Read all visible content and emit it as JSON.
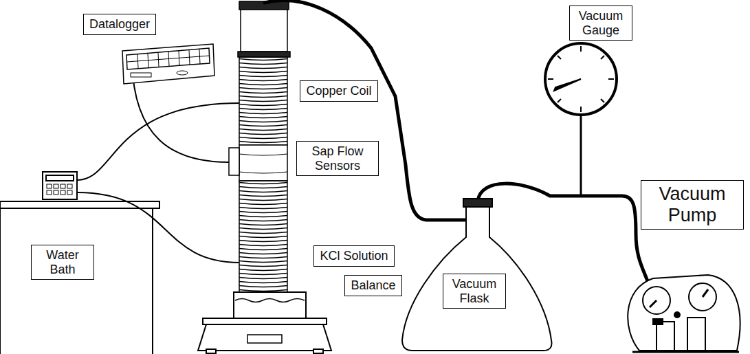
{
  "diagram": {
    "nodes": [
      {
        "text": [
          "Datalogger"
        ]
      },
      {
        "text": [
          "Vacuum Gauge"
        ]
      },
      {
        "text": [
          "Copper Coil"
        ]
      },
      {
        "text": [
          "Sap Flow Sensors"
        ]
      },
      {
        "text": [
          "Vacuum Pump"
        ]
      },
      {
        "text": [
          "KCl Solution"
        ]
      },
      {
        "text": [
          "Balance"
        ]
      },
      {
        "text": [
          "Water Bath"
        ]
      },
      {
        "text": [
          "Vacuum Flask"
        ]
      }
    ]
  }
}
